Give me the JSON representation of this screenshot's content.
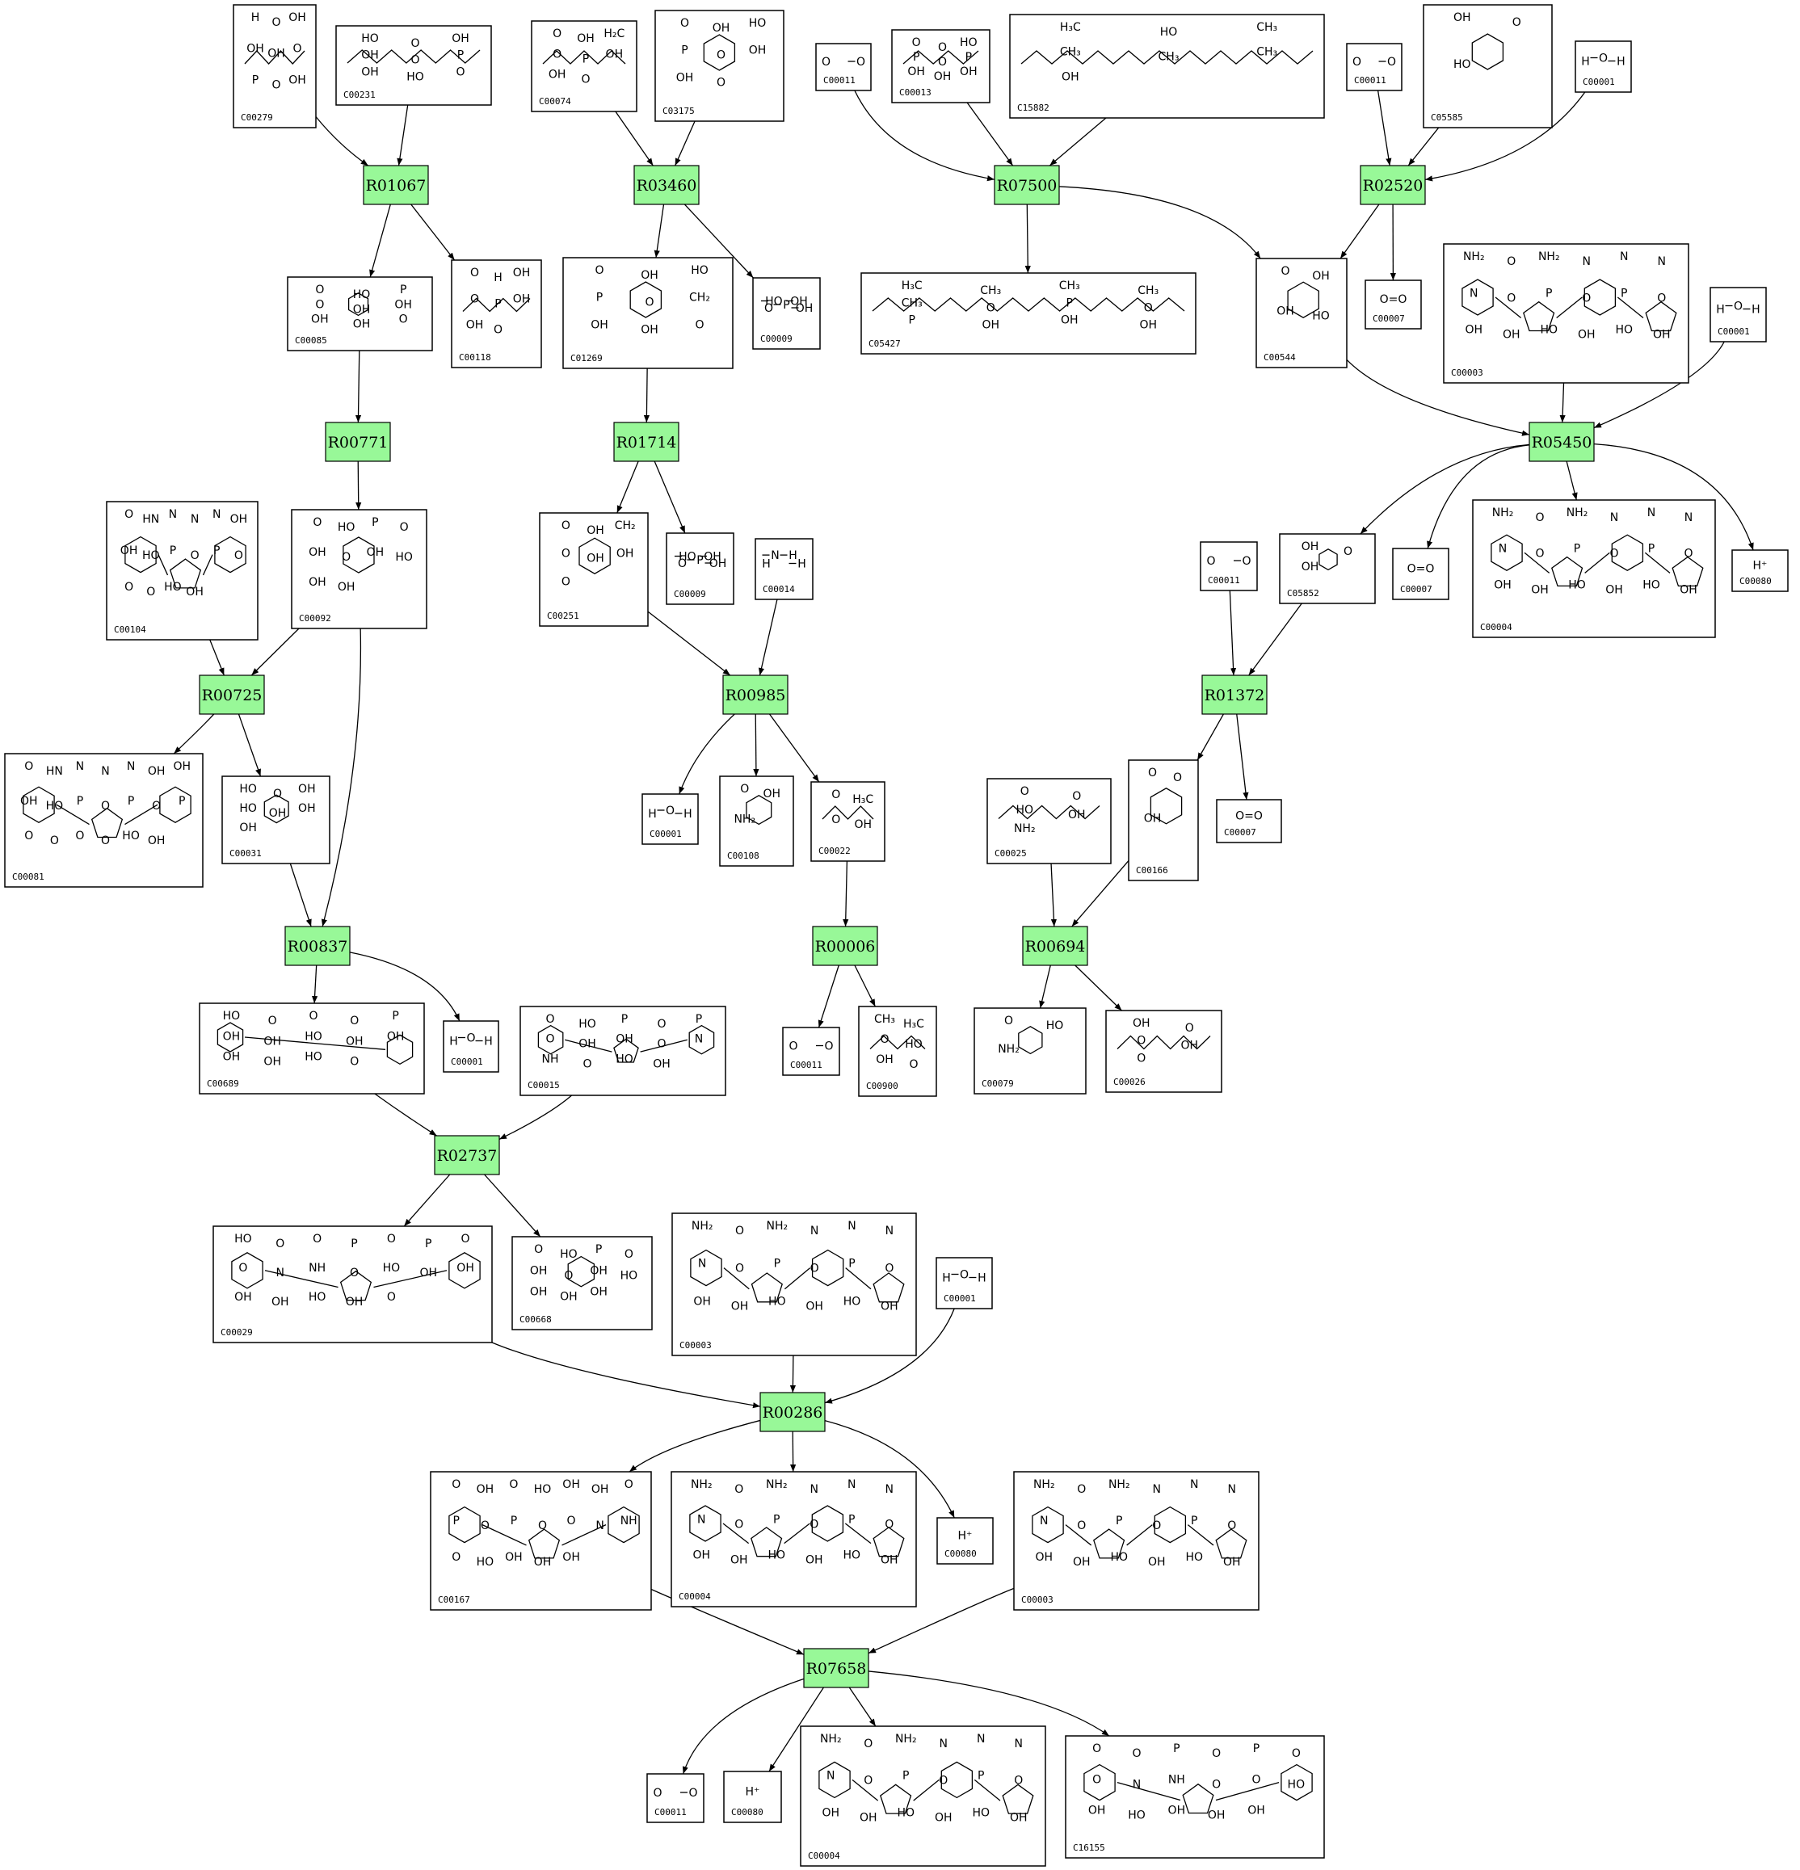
{
  "reactions": [
    {
      "id": "r-R01067",
      "label": "R01067"
    },
    {
      "id": "r-R03460",
      "label": "R03460"
    },
    {
      "id": "r-R07500",
      "label": "R07500"
    },
    {
      "id": "r-R02520",
      "label": "R02520"
    },
    {
      "id": "r-R00771",
      "label": "R00771"
    },
    {
      "id": "r-R01714",
      "label": "R01714"
    },
    {
      "id": "r-R05450",
      "label": "R05450"
    },
    {
      "id": "r-R00725",
      "label": "R00725"
    },
    {
      "id": "r-R00985",
      "label": "R00985"
    },
    {
      "id": "r-R01372",
      "label": "R01372"
    },
    {
      "id": "r-R00837",
      "label": "R00837"
    },
    {
      "id": "r-R00006",
      "label": "R00006"
    },
    {
      "id": "r-R00694",
      "label": "R00694"
    },
    {
      "id": "r-R02737",
      "label": "R02737"
    },
    {
      "id": "r-R00286",
      "label": "R00286"
    },
    {
      "id": "r-R07658",
      "label": "R07658"
    }
  ],
  "compounds": [
    {
      "id": "c1",
      "label": "C00279",
      "struct": "chain",
      "atoms": [
        "H",
        "O",
        "OH",
        "OH",
        "OH",
        "O",
        "P",
        "O",
        "OH"
      ]
    },
    {
      "id": "c2",
      "label": "C00231",
      "struct": "chain",
      "atoms": [
        "HO",
        "O",
        "OH",
        "OH",
        "O",
        "P",
        "OH",
        "HO",
        "O"
      ]
    },
    {
      "id": "c3",
      "label": "C00074",
      "struct": "chain",
      "atoms": [
        "O",
        "OH",
        "H₂C",
        "O",
        "P",
        "OH",
        "OH",
        "O"
      ]
    },
    {
      "id": "c4",
      "label": "C03175",
      "struct": "ring",
      "atoms": [
        "O",
        "OH",
        "HO",
        "P",
        "O",
        "OH",
        "OH",
        "O"
      ]
    },
    {
      "id": "c5",
      "label": "C00011",
      "struct": "small",
      "atoms": [
        "O",
        "O"
      ]
    },
    {
      "id": "c6",
      "label": "C00013",
      "struct": "chain",
      "atoms": [
        "O",
        "O",
        "HO",
        "P",
        "O",
        "P",
        "OH",
        "OH",
        "OH"
      ]
    },
    {
      "id": "c7",
      "label": "C15882",
      "struct": "long",
      "atoms": [
        "H₃C",
        "HO",
        "CH₃",
        "CH₃",
        "CH₃",
        "CH₃",
        "OH"
      ]
    },
    {
      "id": "c8",
      "label": "C00011",
      "struct": "small",
      "atoms": [
        "O",
        "O"
      ]
    },
    {
      "id": "c9",
      "label": "C05585",
      "struct": "ring",
      "atoms": [
        "OH",
        "O",
        "HO"
      ]
    },
    {
      "id": "c10",
      "label": "C00001",
      "struct": "small",
      "atoms": [
        "H",
        "O",
        "H"
      ]
    },
    {
      "id": "c11",
      "label": "C00085",
      "struct": "ring",
      "atoms": [
        "O",
        "HO",
        "P",
        "O",
        "OH",
        "OH",
        "OH",
        "OH",
        "O"
      ]
    },
    {
      "id": "c12",
      "label": "C00118",
      "struct": "chain",
      "atoms": [
        "O",
        "H",
        "OH",
        "O",
        "P",
        "OH",
        "OH",
        "O"
      ]
    },
    {
      "id": "c13",
      "label": "C01269",
      "struct": "ring",
      "atoms": [
        "O",
        "OH",
        "HO",
        "P",
        "O",
        "CH₂",
        "OH",
        "OH",
        "O"
      ]
    },
    {
      "id": "c14",
      "label": "C00009",
      "struct": "small",
      "atoms": [
        "O",
        "HO",
        "P",
        "OH",
        "OH"
      ]
    },
    {
      "id": "c15",
      "label": "C05427",
      "struct": "long",
      "atoms": [
        "H₃C",
        "CH₃",
        "CH₃",
        "CH₃",
        "CH₃",
        "O",
        "P",
        "O",
        "P",
        "OH",
        "OH",
        "OH"
      ]
    },
    {
      "id": "c16",
      "label": "C00544",
      "struct": "ring",
      "atoms": [
        "O",
        "OH",
        "OH",
        "HO"
      ]
    },
    {
      "id": "c17",
      "label": "C00007",
      "struct": "small",
      "atoms": [
        "O=O"
      ]
    },
    {
      "id": "c18",
      "label": "C00003",
      "struct": "nad",
      "atoms": [
        "NH₂",
        "O",
        "NH₂",
        "N",
        "N",
        "N",
        "N",
        "O",
        "P",
        "O",
        "P",
        "O",
        "OH",
        "OH",
        "HO",
        "OH",
        "HO",
        "OH"
      ]
    },
    {
      "id": "c19",
      "label": "C00001",
      "struct": "small",
      "atoms": [
        "H",
        "O",
        "H"
      ]
    },
    {
      "id": "c20",
      "label": "C00104",
      "struct": "nuc",
      "atoms": [
        "O",
        "HN",
        "N",
        "N",
        "N",
        "OH",
        "OH",
        "HO",
        "P",
        "O",
        "P",
        "O",
        "O",
        "O",
        "HO",
        "OH"
      ]
    },
    {
      "id": "c21",
      "label": "C00092",
      "struct": "ring",
      "atoms": [
        "O",
        "HO",
        "P",
        "O",
        "OH",
        "O",
        "OH",
        "HO",
        "OH",
        "OH"
      ]
    },
    {
      "id": "c22",
      "label": "C00251",
      "struct": "ring",
      "atoms": [
        "O",
        "OH",
        "CH₂",
        "O",
        "OH",
        "OH",
        "O"
      ]
    },
    {
      "id": "c23",
      "label": "C00009",
      "struct": "small",
      "atoms": [
        "O",
        "HO",
        "P",
        "OH",
        "OH"
      ]
    },
    {
      "id": "c24",
      "label": "C00014",
      "struct": "small",
      "atoms": [
        "H",
        "N",
        "H",
        "H"
      ]
    },
    {
      "id": "c25",
      "label": "C05852",
      "struct": "ring",
      "atoms": [
        "OH",
        "O",
        "OH"
      ]
    },
    {
      "id": "c26",
      "label": "C00007",
      "struct": "small",
      "atoms": [
        "O=O"
      ]
    },
    {
      "id": "c27",
      "label": "C00004",
      "struct": "nad",
      "atoms": [
        "NH₂",
        "O",
        "NH₂",
        "N",
        "N",
        "N",
        "N",
        "O",
        "P",
        "O",
        "P",
        "O",
        "OH",
        "OH",
        "HO",
        "OH",
        "HO",
        "OH"
      ]
    },
    {
      "id": "c28",
      "label": "C00080",
      "struct": "small",
      "atoms": [
        "H⁺"
      ]
    },
    {
      "id": "c29",
      "label": "C00011",
      "struct": "small",
      "atoms": [
        "O",
        "O"
      ]
    },
    {
      "id": "c30",
      "label": "C00081",
      "struct": "nuc",
      "atoms": [
        "O",
        "HN",
        "N",
        "N",
        "N",
        "OH",
        "OH",
        "OH",
        "HO",
        "P",
        "O",
        "P",
        "O",
        "P",
        "O",
        "O",
        "O",
        "O",
        "HO",
        "OH"
      ]
    },
    {
      "id": "c31",
      "label": "C00031",
      "struct": "ring",
      "atoms": [
        "HO",
        "O",
        "OH",
        "HO",
        "OH",
        "OH",
        "OH"
      ]
    },
    {
      "id": "c32",
      "label": "C00001",
      "struct": "small",
      "atoms": [
        "H",
        "O",
        "H"
      ]
    },
    {
      "id": "c33",
      "label": "C00108",
      "struct": "ring",
      "atoms": [
        "O",
        "OH",
        "NH₂"
      ]
    },
    {
      "id": "c34",
      "label": "C00022",
      "struct": "chain",
      "atoms": [
        "O",
        "H₃C",
        "O",
        "OH"
      ]
    },
    {
      "id": "c35",
      "label": "C00025",
      "struct": "chain",
      "atoms": [
        "O",
        "O",
        "HO",
        "OH",
        "NH₂"
      ]
    },
    {
      "id": "c36",
      "label": "C00166",
      "struct": "ring",
      "atoms": [
        "O",
        "O",
        "OH"
      ]
    },
    {
      "id": "c37",
      "label": "C00007",
      "struct": "small",
      "atoms": [
        "O=O"
      ]
    },
    {
      "id": "c38",
      "label": "C00689",
      "struct": "ring",
      "atoms": [
        "HO",
        "O",
        "O",
        "O",
        "P",
        "OH",
        "OH",
        "HO",
        "OH",
        "OH",
        "OH",
        "OH",
        "HO",
        "O"
      ]
    },
    {
      "id": "c39",
      "label": "C00001",
      "struct": "small",
      "atoms": [
        "H",
        "O",
        "H"
      ]
    },
    {
      "id": "c40",
      "label": "C00015",
      "struct": "nuc",
      "atoms": [
        "O",
        "HO",
        "P",
        "O",
        "P",
        "O",
        "OH",
        "OH",
        "O",
        "N",
        "NH",
        "O",
        "HO",
        "OH"
      ]
    },
    {
      "id": "c41",
      "label": "C00011",
      "struct": "small",
      "atoms": [
        "O",
        "O"
      ]
    },
    {
      "id": "c42",
      "label": "C00900",
      "struct": "chain",
      "atoms": [
        "CH₃",
        "H₃C",
        "O",
        "HO",
        "OH",
        "O"
      ]
    },
    {
      "id": "c43",
      "label": "C00079",
      "struct": "ring",
      "atoms": [
        "O",
        "HO",
        "NH₂"
      ]
    },
    {
      "id": "c44",
      "label": "C00026",
      "struct": "chain",
      "atoms": [
        "OH",
        "O",
        "O",
        "OH",
        "O"
      ]
    },
    {
      "id": "c45",
      "label": "C00029",
      "struct": "nuc",
      "atoms": [
        "HO",
        "O",
        "O",
        "P",
        "O",
        "P",
        "O",
        "O",
        "N",
        "NH",
        "O",
        "HO",
        "OH",
        "OH",
        "OH",
        "OH",
        "HO",
        "OH",
        "O"
      ]
    },
    {
      "id": "c46",
      "label": "C00668",
      "struct": "ring",
      "atoms": [
        "O",
        "HO",
        "P",
        "O",
        "OH",
        "O",
        "OH",
        "HO",
        "OH",
        "OH",
        "OH"
      ]
    },
    {
      "id": "c47",
      "label": "C00003",
      "struct": "nad",
      "atoms": [
        "NH₂",
        "O",
        "NH₂",
        "N",
        "N",
        "N",
        "N",
        "O",
        "P",
        "O",
        "P",
        "O",
        "OH",
        "OH",
        "HO",
        "OH",
        "HO",
        "OH"
      ]
    },
    {
      "id": "c48",
      "label": "C00001",
      "struct": "small",
      "atoms": [
        "H",
        "O",
        "H"
      ]
    },
    {
      "id": "c49",
      "label": "C00167",
      "struct": "nuc",
      "atoms": [
        "O",
        "OH",
        "O",
        "HO",
        "OH",
        "OH",
        "O",
        "P",
        "O",
        "P",
        "O",
        "O",
        "N",
        "NH",
        "O",
        "HO",
        "OH",
        "OH",
        "OH"
      ]
    },
    {
      "id": "c50",
      "label": "C00004",
      "struct": "nad",
      "atoms": [
        "NH₂",
        "O",
        "NH₂",
        "N",
        "N",
        "N",
        "N",
        "O",
        "P",
        "O",
        "P",
        "O",
        "OH",
        "OH",
        "HO",
        "OH",
        "HO",
        "OH"
      ]
    },
    {
      "id": "c51",
      "label": "C00080",
      "struct": "small",
      "atoms": [
        "H⁺"
      ]
    },
    {
      "id": "c52",
      "label": "C00003",
      "struct": "nad",
      "atoms": [
        "NH₂",
        "O",
        "NH₂",
        "N",
        "N",
        "N",
        "N",
        "O",
        "P",
        "O",
        "P",
        "O",
        "OH",
        "OH",
        "HO",
        "OH",
        "HO",
        "OH"
      ]
    },
    {
      "id": "c53",
      "label": "C00011",
      "struct": "small",
      "atoms": [
        "O",
        "O"
      ]
    },
    {
      "id": "c54",
      "label": "C00080",
      "struct": "small",
      "atoms": [
        "H⁺"
      ]
    },
    {
      "id": "c55",
      "label": "C00004",
      "struct": "nad",
      "atoms": [
        "NH₂",
        "O",
        "NH₂",
        "N",
        "N",
        "N",
        "N",
        "O",
        "P",
        "O",
        "P",
        "O",
        "OH",
        "OH",
        "HO",
        "OH",
        "HO",
        "OH"
      ]
    },
    {
      "id": "c56",
      "label": "C16155",
      "struct": "nuc",
      "atoms": [
        "O",
        "O",
        "P",
        "O",
        "P",
        "O",
        "O",
        "N",
        "NH",
        "O",
        "O",
        "HO",
        "OH",
        "HO",
        "OH",
        "OH",
        "OH"
      ]
    }
  ],
  "edges": [
    [
      "c1",
      "r-R01067"
    ],
    [
      "c2",
      "r-R01067"
    ],
    [
      "r-R01067",
      "c11"
    ],
    [
      "r-R01067",
      "c12"
    ],
    [
      "c3",
      "r-R03460"
    ],
    [
      "c4",
      "r-R03460"
    ],
    [
      "r-R03460",
      "c13"
    ],
    [
      "r-R03460",
      "c14"
    ],
    [
      "c5",
      "r-R07500"
    ],
    [
      "c6",
      "r-R07500"
    ],
    [
      "c7",
      "r-R07500"
    ],
    [
      "r-R07500",
      "c15"
    ],
    [
      "r-R07500",
      "c16"
    ],
    [
      "c8",
      "r-R02520"
    ],
    [
      "c9",
      "r-R02520"
    ],
    [
      "c10",
      "r-R02520"
    ],
    [
      "r-R02520",
      "c16"
    ],
    [
      "r-R02520",
      "c17"
    ],
    [
      "c11",
      "r-R00771"
    ],
    [
      "r-R00771",
      "c21"
    ],
    [
      "c13",
      "r-R01714"
    ],
    [
      "r-R01714",
      "c22"
    ],
    [
      "r-R01714",
      "c23"
    ],
    [
      "c16",
      "r-R05450"
    ],
    [
      "c18",
      "r-R05450"
    ],
    [
      "c19",
      "r-R05450"
    ],
    [
      "r-R05450",
      "c25"
    ],
    [
      "r-R05450",
      "c26"
    ],
    [
      "r-R05450",
      "c27"
    ],
    [
      "r-R05450",
      "c28"
    ],
    [
      "c20",
      "r-R00725"
    ],
    [
      "c21",
      "r-R00725"
    ],
    [
      "r-R00725",
      "c30"
    ],
    [
      "r-R00725",
      "c31"
    ],
    [
      "c22",
      "r-R00985"
    ],
    [
      "c24",
      "r-R00985"
    ],
    [
      "r-R00985",
      "c32"
    ],
    [
      "r-R00985",
      "c33"
    ],
    [
      "r-R00985",
      "c34"
    ],
    [
      "c29",
      "r-R01372"
    ],
    [
      "c25",
      "r-R01372"
    ],
    [
      "r-R01372",
      "c36"
    ],
    [
      "r-R01372",
      "c37"
    ],
    [
      "c31",
      "r-R00837"
    ],
    [
      "c21",
      "r-R00837"
    ],
    [
      "r-R00837",
      "c38"
    ],
    [
      "r-R00837",
      "c39"
    ],
    [
      "c34",
      "r-R00006"
    ],
    [
      "r-R00006",
      "c41"
    ],
    [
      "r-R00006",
      "c42"
    ],
    [
      "c35",
      "r-R00694"
    ],
    [
      "c36",
      "r-R00694"
    ],
    [
      "r-R00694",
      "c43"
    ],
    [
      "r-R00694",
      "c44"
    ],
    [
      "c38",
      "r-R02737"
    ],
    [
      "c40",
      "r-R02737"
    ],
    [
      "r-R02737",
      "c45"
    ],
    [
      "r-R02737",
      "c46"
    ],
    [
      "c45",
      "r-R00286"
    ],
    [
      "c47",
      "r-R00286"
    ],
    [
      "c48",
      "r-R00286"
    ],
    [
      "r-R00286",
      "c49"
    ],
    [
      "r-R00286",
      "c50"
    ],
    [
      "r-R00286",
      "c51"
    ],
    [
      "c49",
      "r-R07658"
    ],
    [
      "c52",
      "r-R07658"
    ],
    [
      "r-R07658",
      "c53"
    ],
    [
      "r-R07658",
      "c54"
    ],
    [
      "r-R07658",
      "c55"
    ],
    [
      "r-R07658",
      "c56"
    ]
  ]
}
